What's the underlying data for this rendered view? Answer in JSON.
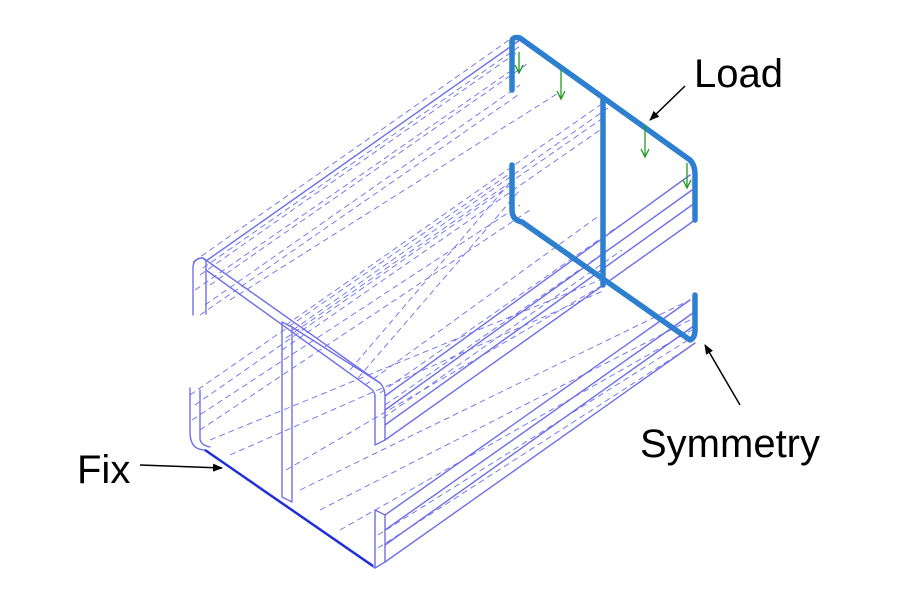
{
  "labels": {
    "load": "Load",
    "symmetry": "Symmetry",
    "fix": "Fix"
  },
  "colors": {
    "background": "#ffffff",
    "model_edges": "#6f6fe8",
    "hidden_edges": "#6d6df0",
    "boundary_face": "#2f7fd0",
    "fixed_edge": "#1f2fd6",
    "load_arrows": "#1e9a1e",
    "leader_lines": "#000000",
    "label_text": "#000000"
  },
  "icons": {
    "load_arrow": "down-arrow-icon",
    "leader": "arrow-icon"
  }
}
